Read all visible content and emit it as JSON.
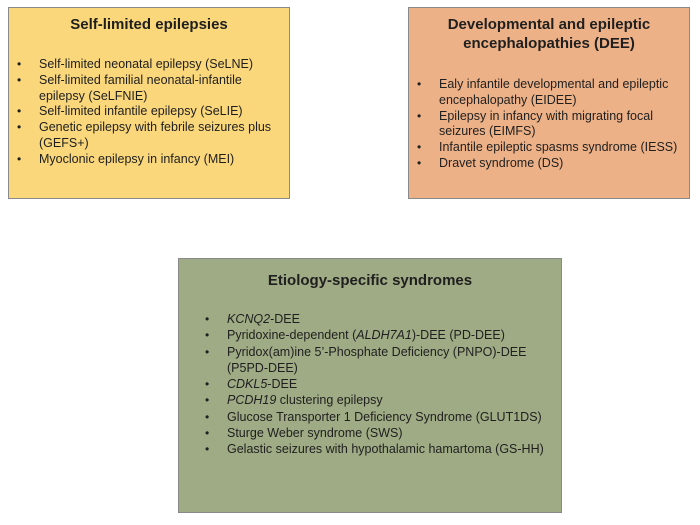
{
  "boxes": {
    "self_limited": {
      "title": "Self-limited epilepsies",
      "items": [
        "Self-limited neonatal epilepsy (SeLNE)",
        "Self-limited familial neonatal-infantile epilepsy (SeLFNIE)",
        "Self-limited infantile epilepsy (SeLIE)",
        "Genetic epilepsy with febrile seizures plus (GEFS+)",
        "Myoclonic epilepsy in infancy (MEI)"
      ]
    },
    "dee": {
      "title": "Developmental and epileptic encephalopathies (DEE)",
      "items": [
        "Ealy infantile developmental and epileptic encephalopathy (EIDEE)",
        "Epilepsy in infancy with migrating focal seizures (EIMFS)",
        "Infantile epileptic spasms syndrome (IESS)",
        "Dravet syndrome (DS)"
      ]
    },
    "etiology": {
      "title": "Etiology-specific syndromes",
      "items": [
        {
          "italic": "KCNQ2",
          "rest": "-DEE"
        },
        {
          "pre": "Pyridoxine-dependent (",
          "italic": "ALDH7A1",
          "rest": ")-DEE (PD-DEE)"
        },
        {
          "rest": "Pyridox(am)ine 5’-Phosphate Deficiency (PNPO)-DEE (P5PD-DEE)"
        },
        {
          "italic": "CDKL5",
          "rest": "-DEE"
        },
        {
          "italic": "PCDH19",
          "rest": " clustering epilepsy"
        },
        {
          "rest": "Glucose Transporter 1 Deficiency Syndrome (GLUT1DS)"
        },
        {
          "rest": "Sturge Weber syndrome (SWS)"
        },
        {
          "rest": "Gelastic seizures with hypothalamic hamartoma (GS-HH)"
        }
      ]
    }
  },
  "bullet_char": "•",
  "colors": {
    "self_limited_bg": "#fad77b",
    "dee_bg": "#edb187",
    "etiology_bg": "#9eab84"
  }
}
